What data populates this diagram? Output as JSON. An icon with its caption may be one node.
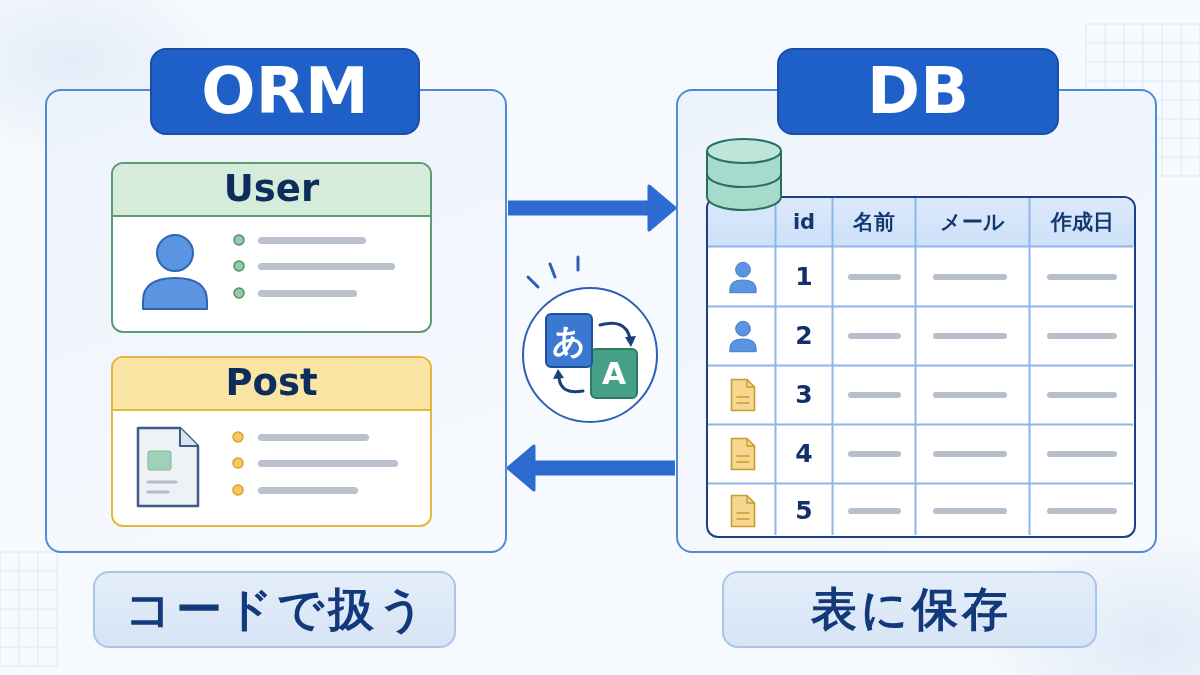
{
  "diagram": {
    "nodes": [
      {
        "text": [
          "ORM"
        ]
      },
      {
        "text": [
          "User"
        ],
        "in": 0
      },
      {
        "text": [
          "Post"
        ],
        "in": 0
      },
      {
        "text": [
          "コードで扱う"
        ]
      },
      {
        "text": [
          "あ",
          "A"
        ]
      },
      {
        "text": [
          "DB"
        ]
      },
      {
        "text": [
          "表に保存"
        ]
      }
    ],
    "edges": [
      {
        "from": 0,
        "to": 5,
        "arrow": "to"
      },
      {
        "from": 5,
        "to": 0,
        "arrow": "to"
      }
    ],
    "labels": [
      "id",
      "名前",
      "メール",
      "作成日",
      "1",
      "2",
      "3",
      "4",
      "5"
    ]
  }
}
